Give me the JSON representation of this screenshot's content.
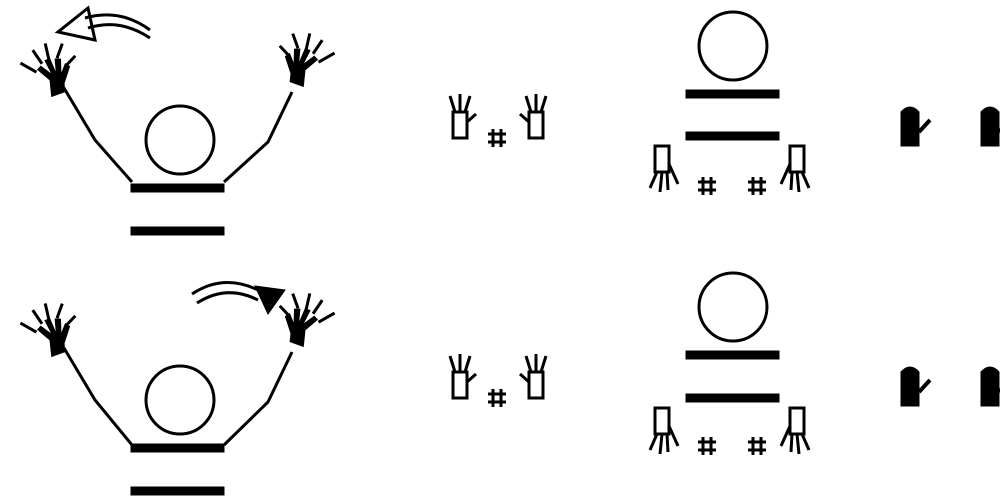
{
  "colors": {
    "ink": "#000000",
    "background": "#ffffff"
  },
  "rows": [
    {
      "arrow_direction": "counterclockwise",
      "description_icons": [
        "hand-pair",
        "hash",
        "head-with-shoulder-lines",
        "hands-with-hash",
        "fist-pair"
      ]
    },
    {
      "arrow_direction": "clockwise",
      "description_icons": [
        "hand-pair",
        "hash",
        "head-with-shoulder-lines",
        "hands-with-hash",
        "fist-pair"
      ]
    }
  ],
  "hash_symbol": "#"
}
